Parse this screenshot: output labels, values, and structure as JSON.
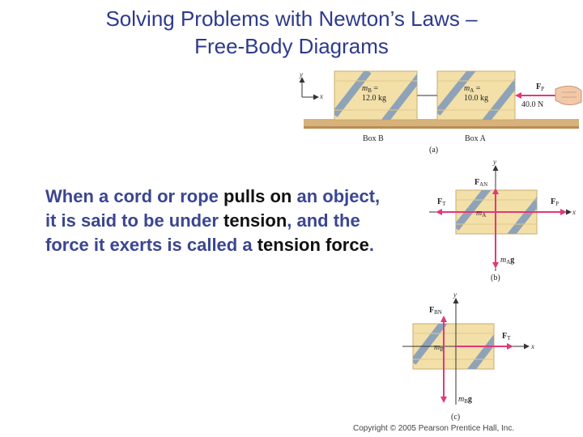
{
  "slide": {
    "title_line1": "Solving Problems with Newton’s Laws –",
    "title_line2": "Free-Body Diagrams",
    "paragraph": {
      "p1": "When a cord or rope ",
      "p2": "pulls on",
      "p3": " an object, it is said to be under ",
      "p4": "tension",
      "p5": ", and the force it exerts is called a ",
      "p6": "tension force",
      "p7": "."
    },
    "copyright": "Copyright © 2005 Pearson Prentice Hall, Inc."
  },
  "figure_a": {
    "axis_y": "y",
    "axis_x": "x",
    "box_b_mass_label": "m",
    "box_b_mass_sub": "B",
    "box_b_mass_eq": " =",
    "box_b_mass_value": "12.0 kg",
    "box_a_mass_label": "m",
    "box_a_mass_sub": "A",
    "box_a_mass_eq": " =",
    "box_a_mass_value": "10.0 kg",
    "force_label": "F",
    "force_sub": "P",
    "force_value": "40.0 N",
    "box_b_caption": "Box B",
    "box_a_caption": "Box A",
    "panel": "(a)"
  },
  "figure_b": {
    "axis_y": "y",
    "axis_x": "x",
    "normal_label": "F",
    "normal_sub": "AN",
    "tension_label": "F",
    "tension_sub": "T",
    "push_label": "F",
    "push_sub": "P",
    "mass_label": "m",
    "mass_sub": "A",
    "weight_label": "m",
    "weight_sub": "A",
    "weight_g": "g",
    "panel": "(b)"
  },
  "figure_c": {
    "axis_y": "y",
    "axis_x": "x",
    "normal_label": "F",
    "normal_sub": "BN",
    "tension_label": "F",
    "tension_sub": "T",
    "mass_label": "m",
    "mass_sub": "B",
    "weight_label": "m",
    "weight_sub": "B",
    "weight_g": "g",
    "panel": "(c)"
  },
  "colors": {
    "title": "#2e3a8c",
    "body_text": "#3a4691",
    "box_fill": "#f3dfa8",
    "box_stripe": "#8fa3b8",
    "floor": "#d7b27a",
    "force_arrow": "#e0397a",
    "axis": "#333333"
  }
}
